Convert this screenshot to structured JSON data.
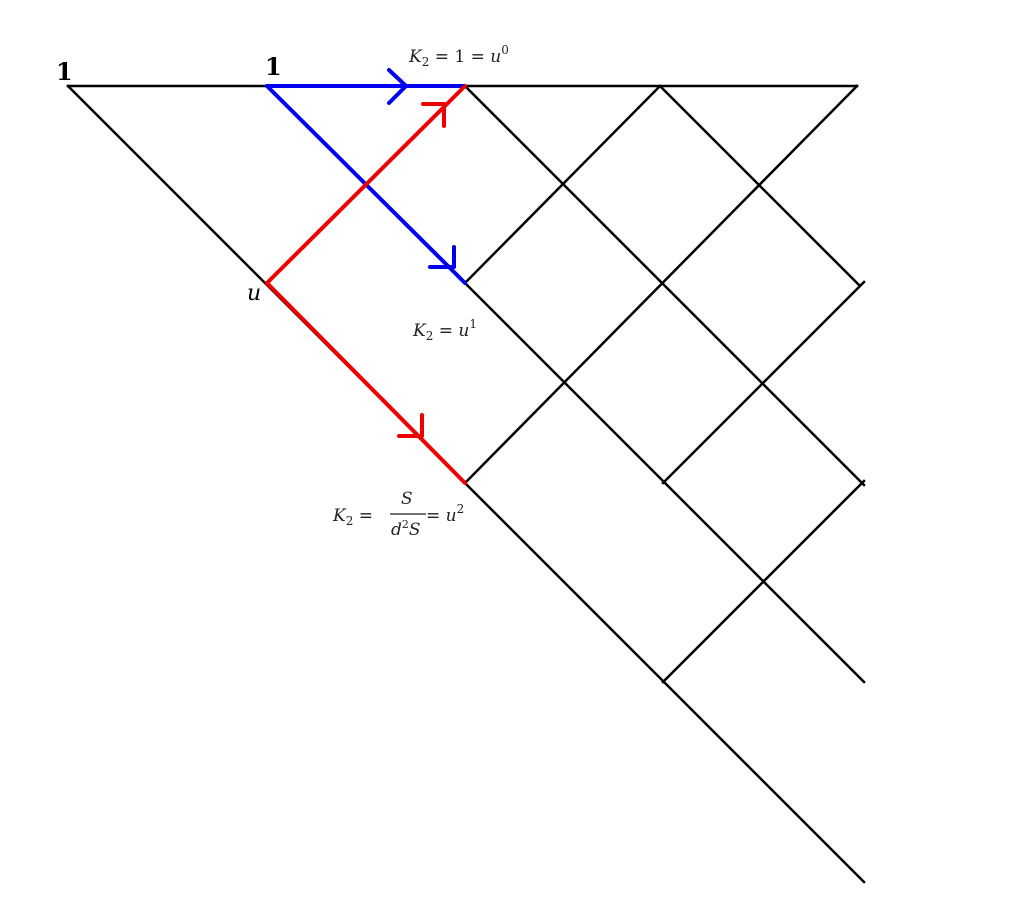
{
  "labels": {
    "top_left_one": "1",
    "top_mid_one": "1",
    "u_label": "u",
    "k2_u0": {
      "k": "K",
      "sub": "2",
      "rest": " = 1 = ",
      "base": "u",
      "exp": "0"
    },
    "k2_u1": {
      "k": "K",
      "sub": "2",
      "rest": " = ",
      "base": "u",
      "exp": "1"
    },
    "k2_u2": {
      "k": "K",
      "sub": "2",
      "eq": " = ",
      "num": "S",
      "den_d": "d",
      "den_exp": "2",
      "den_s": "S",
      "eq2": " = ",
      "base": "u",
      "exp": "2"
    }
  },
  "colors": {
    "grid": "#000000",
    "blue_path": "#0000ee",
    "red_path": "#ee0000"
  }
}
